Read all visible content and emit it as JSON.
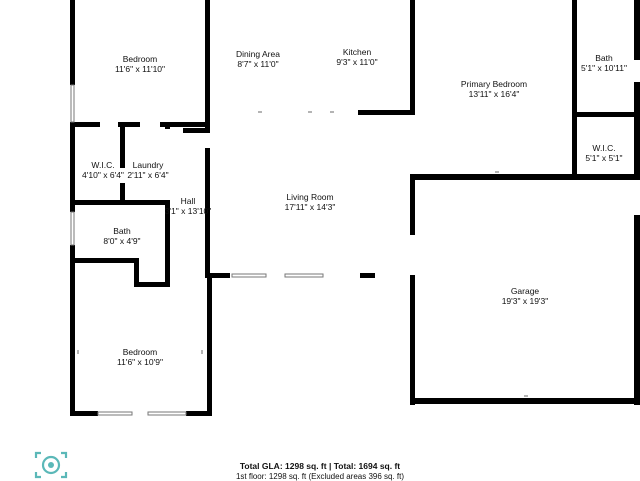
{
  "rooms": {
    "bedroom_top": {
      "name": "Bedroom",
      "dims": "11'6\" x 11'10\""
    },
    "dining": {
      "name": "Dining Area",
      "dims": "8'7\" x 11'0\""
    },
    "kitchen": {
      "name": "Kitchen",
      "dims": "9'3\" x 11'0\""
    },
    "primary_bedroom": {
      "name": "Primary Bedroom",
      "dims": "13'11\" x 16'4\""
    },
    "bath_right": {
      "name": "Bath",
      "dims": "5'1\" x 10'11\""
    },
    "wic_right": {
      "name": "W.I.C.",
      "dims": "5'1\" x 5'1\""
    },
    "wic_left": {
      "name": "W.I.C.",
      "dims": "4'10\" x 6'4\""
    },
    "laundry": {
      "name": "Laundry",
      "dims": "2'11\" x 6'4\""
    },
    "hall": {
      "name": "Hall",
      "dims": "3'1\" x 13'10\""
    },
    "living": {
      "name": "Living Room",
      "dims": "17'11\" x 14'3\""
    },
    "bath_left": {
      "name": "Bath",
      "dims": "8'0\" x 4'9\""
    },
    "garage": {
      "name": "Garage",
      "dims": "19'3\" x 19'3\""
    },
    "bedroom_bottom": {
      "name": "Bedroom",
      "dims": "11'6\" x 10'9\""
    }
  },
  "footer": {
    "line1": "Total GLA: 1298 sq. ft | Total: 1694 sq. ft",
    "line2": "1st floor: 1298 sq. ft (Excluded areas 396 sq. ft)"
  },
  "colors": {
    "wall": "#000000",
    "logo": "#5bb8b8"
  }
}
